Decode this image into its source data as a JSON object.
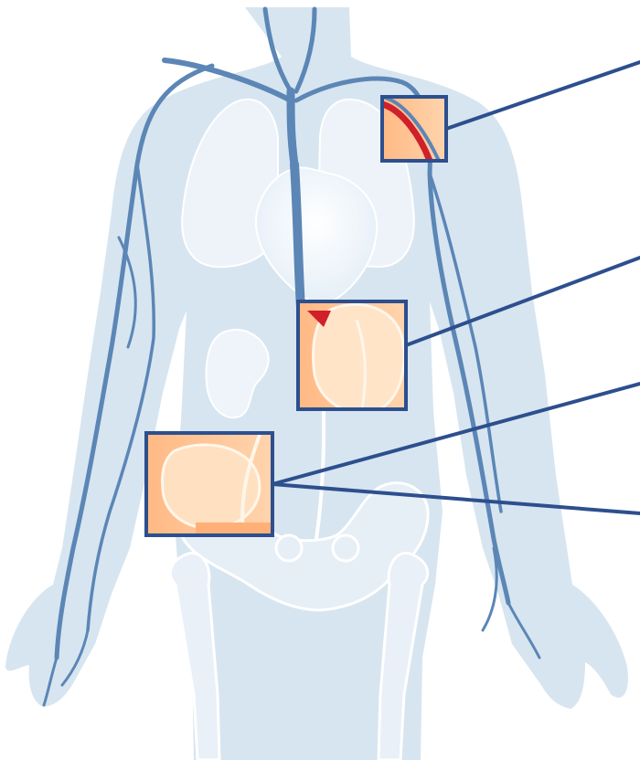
{
  "figure": {
    "background": "#ffffff",
    "colors": {
      "body_silhouette": "#d7e5f0",
      "organ_fill": "#eef4fa",
      "organ_stroke": "#ffffff",
      "vein": "#5b86b6",
      "zoom_box_border": "#2d4f8e",
      "zoom_box_fill": "#ffc99a",
      "zoom_box_fill_light": "#ffe6cc",
      "artery_red": "#d0202a"
    },
    "callouts": [
      {
        "id": "arm",
        "icon": "arm-vein-zoom"
      },
      {
        "id": "kidney",
        "icon": "kidney-zoom"
      },
      {
        "id": "pelvis",
        "icon": "pelvic-kidney-zoom"
      }
    ]
  }
}
